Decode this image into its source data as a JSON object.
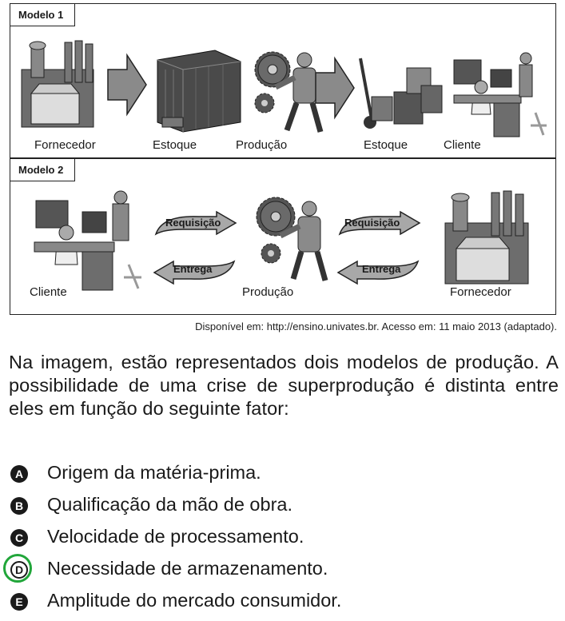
{
  "model1": {
    "tag": "Modelo 1",
    "captions": {
      "supplier": "Fornecedor",
      "stock1": "Estoque",
      "production": "Produção",
      "stock2": "Estoque",
      "client": "Cliente"
    }
  },
  "model2": {
    "tag": "Modelo 2",
    "captions": {
      "client": "Cliente",
      "production": "Produção",
      "supplier": "Fornecedor"
    },
    "arrows": {
      "left_top": "Requisição",
      "left_bottom": "Entrega",
      "right_top": "Requisição",
      "right_bottom": "Entrega"
    }
  },
  "source": "Disponível em: http://ensino.univates.br. Acesso em: 11 maio 2013 (adaptado).",
  "question": "Na imagem, estão representados dois modelos de produção. A possibilidade de uma crise de superprodução é distinta entre eles em função do seguinte fator:",
  "options": [
    {
      "letter": "A",
      "text": "Origem da matéria-prima.",
      "selected": false
    },
    {
      "letter": "B",
      "text": "Qualificação da mão de obra.",
      "selected": false
    },
    {
      "letter": "C",
      "text": "Velocidade de processamento.",
      "selected": false
    },
    {
      "letter": "D",
      "text": "Necessidade de armazenamento.",
      "selected": true
    },
    {
      "letter": "E",
      "text": "Amplitude do mercado consumidor.",
      "selected": false
    }
  ],
  "colors": {
    "correct_ring": "#21a63a",
    "arrow_fill": "#a8a8a8",
    "ink": "#1a1a1a"
  }
}
